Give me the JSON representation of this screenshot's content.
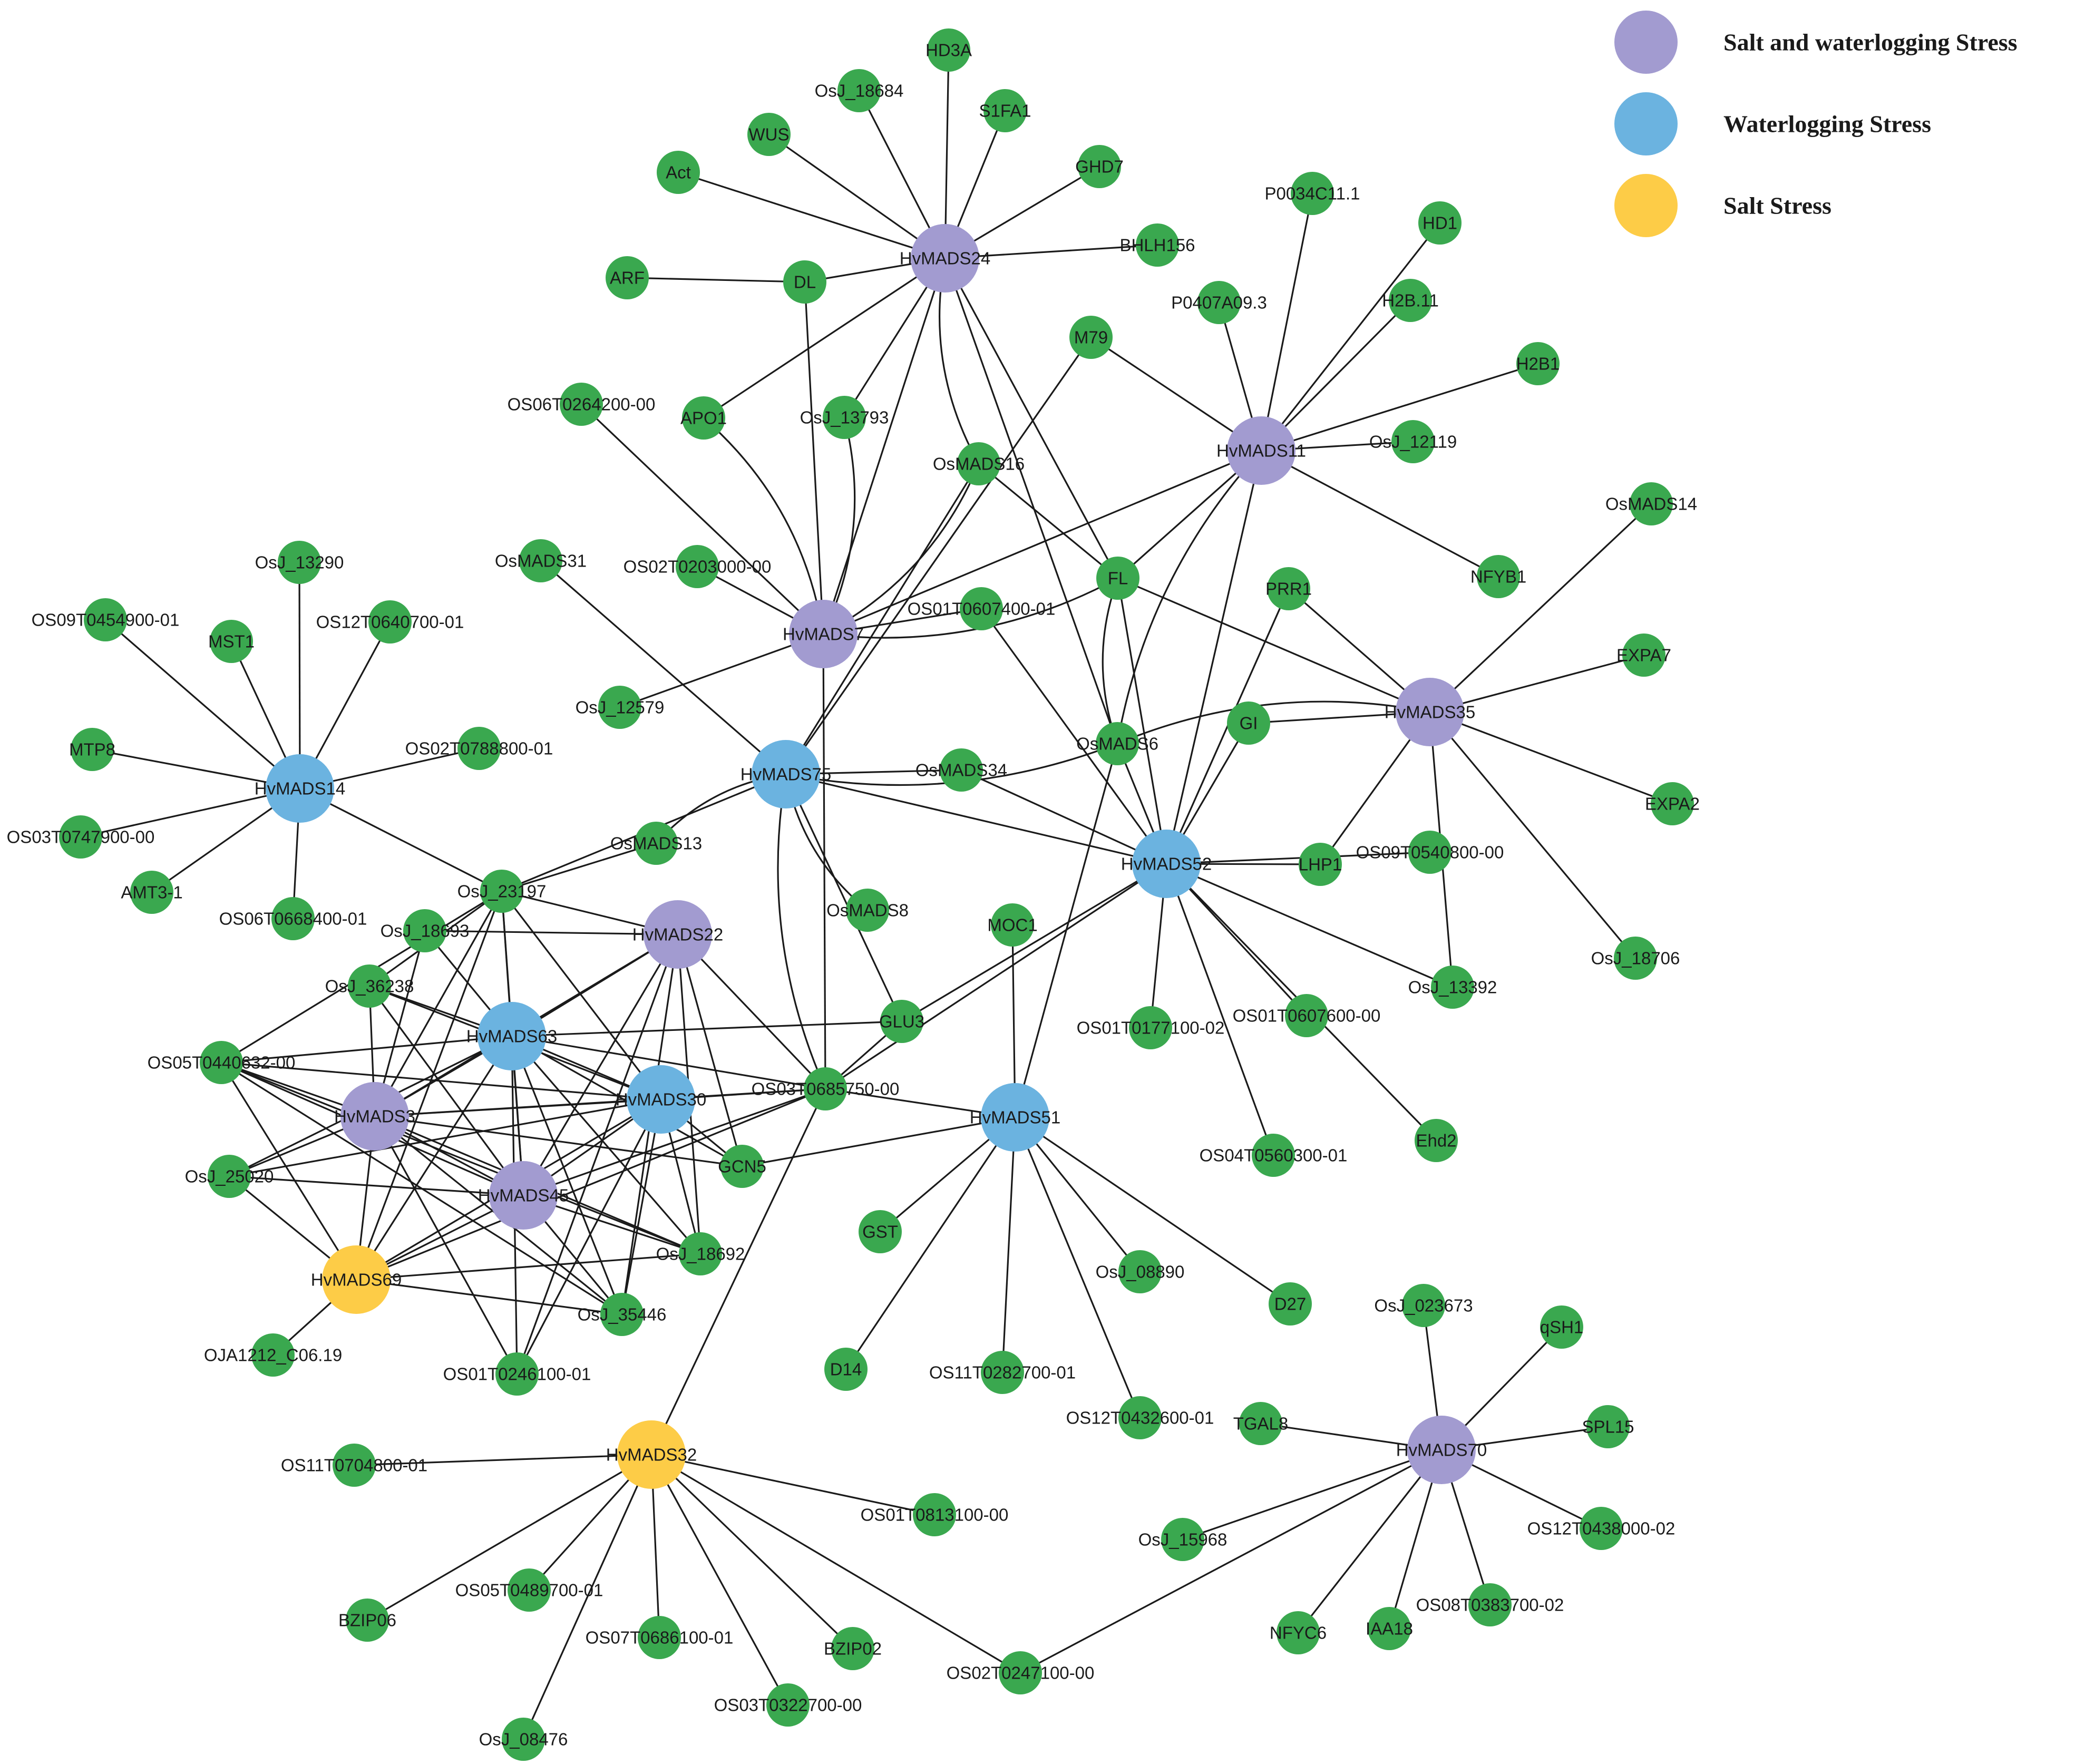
{
  "colors": {
    "salt_and_waterlogging": "#a29bd0",
    "waterlogging": "#6bb3e0",
    "salt": "#fdcc47",
    "partner": "#3aa84f"
  },
  "legend": [
    {
      "label": "Salt and waterlogging Stress",
      "category": "salt_and_waterlogging"
    },
    {
      "label": "Waterlogging Stress",
      "category": "waterlogging"
    },
    {
      "label": "Salt Stress",
      "category": "salt"
    }
  ],
  "nodes": [
    {
      "id": "HvMADS24",
      "category": "salt_and_waterlogging"
    },
    {
      "id": "HvMADS11",
      "category": "salt_and_waterlogging"
    },
    {
      "id": "HvMADS7",
      "category": "salt_and_waterlogging"
    },
    {
      "id": "HvMADS35",
      "category": "salt_and_waterlogging"
    },
    {
      "id": "HvMADS22",
      "category": "salt_and_waterlogging"
    },
    {
      "id": "HvMADS3",
      "category": "salt_and_waterlogging"
    },
    {
      "id": "HvMADS45",
      "category": "salt_and_waterlogging"
    },
    {
      "id": "HvMADS70",
      "category": "salt_and_waterlogging"
    },
    {
      "id": "HvMADS14",
      "category": "waterlogging"
    },
    {
      "id": "HvMADS75",
      "category": "waterlogging"
    },
    {
      "id": "HvMADS52",
      "category": "waterlogging"
    },
    {
      "id": "HvMADS63",
      "category": "waterlogging"
    },
    {
      "id": "HvMADS30",
      "category": "waterlogging"
    },
    {
      "id": "HvMADS51",
      "category": "waterlogging"
    },
    {
      "id": "HvMADS69",
      "category": "salt"
    },
    {
      "id": "HvMADS32",
      "category": "salt"
    },
    {
      "id": "HD3A",
      "category": "partner"
    },
    {
      "id": "OsJ_18684",
      "category": "partner"
    },
    {
      "id": "S1FA1",
      "category": "partner"
    },
    {
      "id": "WUS",
      "category": "partner"
    },
    {
      "id": "Act",
      "category": "partner"
    },
    {
      "id": "GHD7",
      "category": "partner"
    },
    {
      "id": "BHLH156",
      "category": "partner"
    },
    {
      "id": "ARF",
      "category": "partner"
    },
    {
      "id": "DL",
      "category": "partner"
    },
    {
      "id": "P0034C11.1",
      "category": "partner"
    },
    {
      "id": "HD1",
      "category": "partner"
    },
    {
      "id": "P0407A09.3",
      "category": "partner"
    },
    {
      "id": "H2B.11",
      "category": "partner"
    },
    {
      "id": "H2B1",
      "category": "partner"
    },
    {
      "id": "M79",
      "category": "partner"
    },
    {
      "id": "OS06T0264200-00",
      "category": "partner"
    },
    {
      "id": "APO1",
      "category": "partner"
    },
    {
      "id": "OsJ_13793",
      "category": "partner"
    },
    {
      "id": "OsMADS16",
      "category": "partner"
    },
    {
      "id": "OsJ_12119",
      "category": "partner"
    },
    {
      "id": "OsMADS14",
      "category": "partner"
    },
    {
      "id": "OsJ_13290",
      "category": "partner"
    },
    {
      "id": "OsMADS31",
      "category": "partner"
    },
    {
      "id": "OS02T0203000-00",
      "category": "partner"
    },
    {
      "id": "FL",
      "category": "partner"
    },
    {
      "id": "NFYB1",
      "category": "partner"
    },
    {
      "id": "OS09T0454900-01",
      "category": "partner"
    },
    {
      "id": "MST1",
      "category": "partner"
    },
    {
      "id": "OS12T0640700-01",
      "category": "partner"
    },
    {
      "id": "OS01T0607400-01",
      "category": "partner"
    },
    {
      "id": "PRR1",
      "category": "partner"
    },
    {
      "id": "EXPA7",
      "category": "partner"
    },
    {
      "id": "OsJ_12579",
      "category": "partner"
    },
    {
      "id": "MTP8",
      "category": "partner"
    },
    {
      "id": "OS02T0788800-01",
      "category": "partner"
    },
    {
      "id": "GI",
      "category": "partner"
    },
    {
      "id": "OsMADS6",
      "category": "partner"
    },
    {
      "id": "OsMADS34",
      "category": "partner"
    },
    {
      "id": "OS03T0747900-00",
      "category": "partner"
    },
    {
      "id": "EXPA2",
      "category": "partner"
    },
    {
      "id": "AMT3-1",
      "category": "partner"
    },
    {
      "id": "OsMADS13",
      "category": "partner"
    },
    {
      "id": "LHP1",
      "category": "partner"
    },
    {
      "id": "OS09T0540800-00",
      "category": "partner"
    },
    {
      "id": "OsJ_23197",
      "category": "partner"
    },
    {
      "id": "OS06T0668400-01",
      "category": "partner"
    },
    {
      "id": "OsMADS8",
      "category": "partner"
    },
    {
      "id": "MOC1",
      "category": "partner"
    },
    {
      "id": "OsJ_18706",
      "category": "partner"
    },
    {
      "id": "OsJ_18693",
      "category": "partner"
    },
    {
      "id": "OsJ_36238",
      "category": "partner"
    },
    {
      "id": "GLU3",
      "category": "partner"
    },
    {
      "id": "OS01T0607600-00",
      "category": "partner"
    },
    {
      "id": "OsJ_13392",
      "category": "partner"
    },
    {
      "id": "OS01T0177100-02",
      "category": "partner"
    },
    {
      "id": "OS05T0440632-00",
      "category": "partner"
    },
    {
      "id": "OS03T0685750-00",
      "category": "partner"
    },
    {
      "id": "OsJ_25020",
      "category": "partner"
    },
    {
      "id": "GCN5",
      "category": "partner"
    },
    {
      "id": "Ehd2",
      "category": "partner"
    },
    {
      "id": "OS04T0560300-01",
      "category": "partner"
    },
    {
      "id": "GST",
      "category": "partner"
    },
    {
      "id": "OsJ_18692",
      "category": "partner"
    },
    {
      "id": "OsJ_08890",
      "category": "partner"
    },
    {
      "id": "D27",
      "category": "partner"
    },
    {
      "id": "OsJ_35446",
      "category": "partner"
    },
    {
      "id": "OsJ_023673",
      "category": "partner"
    },
    {
      "id": "qSH1",
      "category": "partner"
    },
    {
      "id": "OJA1212_C06.19",
      "category": "partner"
    },
    {
      "id": "OS01T0246100-01",
      "category": "partner"
    },
    {
      "id": "D14",
      "category": "partner"
    },
    {
      "id": "OS11T0282700-01",
      "category": "partner"
    },
    {
      "id": "OS12T0432600-01",
      "category": "partner"
    },
    {
      "id": "TGAL8",
      "category": "partner"
    },
    {
      "id": "SPL15",
      "category": "partner"
    },
    {
      "id": "OS11T0704800-01",
      "category": "partner"
    },
    {
      "id": "OS01T0813100-00",
      "category": "partner"
    },
    {
      "id": "OS12T0438000-02",
      "category": "partner"
    },
    {
      "id": "OsJ_15968",
      "category": "partner"
    },
    {
      "id": "OS05T0489700-01",
      "category": "partner"
    },
    {
      "id": "OS08T0383700-02",
      "category": "partner"
    },
    {
      "id": "BZIP06",
      "category": "partner"
    },
    {
      "id": "NFYC6",
      "category": "partner"
    },
    {
      "id": "IAA18",
      "category": "partner"
    },
    {
      "id": "OS07T0686100-01",
      "category": "partner"
    },
    {
      "id": "BZIP02",
      "category": "partner"
    },
    {
      "id": "OS02T0247100-00",
      "category": "partner"
    },
    {
      "id": "OS03T0322700-00",
      "category": "partner"
    },
    {
      "id": "OsJ_08476",
      "category": "partner"
    }
  ],
  "edges": [
    [
      "HvMADS24",
      "HD3A"
    ],
    [
      "HvMADS24",
      "OsJ_18684"
    ],
    [
      "HvMADS24",
      "S1FA1"
    ],
    [
      "HvMADS24",
      "WUS"
    ],
    [
      "HvMADS24",
      "Act"
    ],
    [
      "HvMADS24",
      "GHD7"
    ],
    [
      "HvMADS24",
      "BHLH156"
    ],
    [
      "HvMADS24",
      "DL"
    ],
    [
      "DL",
      "ARF"
    ],
    [
      "DL",
      "HvMADS7"
    ],
    [
      "HvMADS24",
      "APO1"
    ],
    [
      "HvMADS24",
      "OsJ_13793"
    ],
    [
      "HvMADS24",
      "OsMADS16"
    ],
    [
      "HvMADS24",
      "FL"
    ],
    [
      "HvMADS24",
      "OsMADS6"
    ],
    [
      "HvMADS24",
      "HvMADS7"
    ],
    [
      "HvMADS11",
      "P0034C11.1"
    ],
    [
      "HvMADS11",
      "HD1"
    ],
    [
      "HvMADS11",
      "P0407A09.3"
    ],
    [
      "HvMADS11",
      "H2B.11"
    ],
    [
      "HvMADS11",
      "H2B1"
    ],
    [
      "HvMADS11",
      "M79"
    ],
    [
      "HvMADS11",
      "OsJ_12119"
    ],
    [
      "HvMADS11",
      "NFYB1"
    ],
    [
      "HvMADS11",
      "HvMADS7"
    ],
    [
      "HvMADS11",
      "OsMADS6"
    ],
    [
      "HvMADS11",
      "HvMADS52"
    ],
    [
      "HvMADS11",
      "FL"
    ],
    [
      "M79",
      "HvMADS75"
    ],
    [
      "HvMADS7",
      "OS06T0264200-00"
    ],
    [
      "HvMADS7",
      "APO1"
    ],
    [
      "HvMADS7",
      "OsJ_13793"
    ],
    [
      "HvMADS7",
      "OsMADS16"
    ],
    [
      "HvMADS7",
      "OS02T0203000-00"
    ],
    [
      "HvMADS7",
      "OS01T0607400-01"
    ],
    [
      "HvMADS7",
      "OsJ_12579"
    ],
    [
      "HvMADS7",
      "FL"
    ],
    [
      "HvMADS7",
      "OS03T0685750-00"
    ],
    [
      "OsMADS16",
      "FL"
    ],
    [
      "OsMADS16",
      "HvMADS75"
    ],
    [
      "FL",
      "HvMADS35"
    ],
    [
      "FL",
      "HvMADS52"
    ],
    [
      "FL",
      "OsMADS6"
    ],
    [
      "OS01T0607400-01",
      "HvMADS52"
    ],
    [
      "HvMADS35",
      "OsMADS14"
    ],
    [
      "HvMADS35",
      "EXPA7"
    ],
    [
      "HvMADS35",
      "EXPA2"
    ],
    [
      "HvMADS35",
      "OsJ_18706"
    ],
    [
      "HvMADS35",
      "OsJ_13392"
    ],
    [
      "HvMADS35",
      "LHP1"
    ],
    [
      "HvMADS35",
      "PRR1"
    ],
    [
      "HvMADS35",
      "GI"
    ],
    [
      "HvMADS35",
      "OsMADS6"
    ],
    [
      "HvMADS14",
      "OsJ_13290"
    ],
    [
      "HvMADS14",
      "OS09T0454900-01"
    ],
    [
      "HvMADS14",
      "MST1"
    ],
    [
      "HvMADS14",
      "OS12T0640700-01"
    ],
    [
      "HvMADS14",
      "MTP8"
    ],
    [
      "HvMADS14",
      "OS02T0788800-01"
    ],
    [
      "HvMADS14",
      "OS03T0747900-00"
    ],
    [
      "HvMADS14",
      "AMT3-1"
    ],
    [
      "HvMADS14",
      "OS06T0668400-01"
    ],
    [
      "HvMADS14",
      "OsJ_23197"
    ],
    [
      "HvMADS75",
      "OsMADS31"
    ],
    [
      "HvMADS75",
      "OsMADS34"
    ],
    [
      "HvMADS75",
      "OsMADS6"
    ],
    [
      "HvMADS75",
      "OsMADS13"
    ],
    [
      "HvMADS75",
      "OsMADS8"
    ],
    [
      "HvMADS75",
      "OS03T0685750-00"
    ],
    [
      "HvMADS75",
      "OsJ_23197"
    ],
    [
      "HvMADS75",
      "HvMADS52"
    ],
    [
      "HvMADS75",
      "GLU3"
    ],
    [
      "HvMADS52",
      "OsMADS6"
    ],
    [
      "HvMADS52",
      "PRR1"
    ],
    [
      "HvMADS52",
      "GI"
    ],
    [
      "HvMADS52",
      "LHP1"
    ],
    [
      "HvMADS52",
      "OS09T0540800-00"
    ],
    [
      "HvMADS52",
      "OsJ_13392"
    ],
    [
      "HvMADS52",
      "OS01T0607600-00"
    ],
    [
      "HvMADS52",
      "OS01T0177100-02"
    ],
    [
      "HvMADS52",
      "OS04T0560300-01"
    ],
    [
      "HvMADS52",
      "Ehd2"
    ],
    [
      "HvMADS52",
      "OsMADS34"
    ],
    [
      "HvMADS52",
      "OS03T0685750-00"
    ],
    [
      "OsMADS6",
      "HvMADS51"
    ],
    [
      "HvMADS51",
      "MOC1"
    ],
    [
      "HvMADS51",
      "OS03T0685750-00"
    ],
    [
      "HvMADS51",
      "GCN5"
    ],
    [
      "HvMADS51",
      "GST"
    ],
    [
      "HvMADS51",
      "D14"
    ],
    [
      "HvMADS51",
      "OS11T0282700-01"
    ],
    [
      "HvMADS51",
      "OsJ_08890"
    ],
    [
      "HvMADS51",
      "OS12T0432600-01"
    ],
    [
      "HvMADS51",
      "D27"
    ],
    [
      "HvMADS22",
      "OsJ_23197"
    ],
    [
      "HvMADS22",
      "OsJ_18693"
    ],
    [
      "HvMADS22",
      "HvMADS63"
    ],
    [
      "HvMADS22",
      "HvMADS3"
    ],
    [
      "HvMADS22",
      "HvMADS45"
    ],
    [
      "HvMADS22",
      "OS03T0685750-00"
    ],
    [
      "HvMADS22",
      "GCN5"
    ],
    [
      "HvMADS22",
      "OsJ_18692"
    ],
    [
      "HvMADS22",
      "OsJ_35446"
    ],
    [
      "HvMADS22",
      "OS01T0246100-01"
    ],
    [
      "HvMADS63",
      "OsJ_23197"
    ],
    [
      "HvMADS63",
      "OsJ_18693"
    ],
    [
      "HvMADS63",
      "OsJ_36238"
    ],
    [
      "HvMADS63",
      "OS05T0440632-00"
    ],
    [
      "HvMADS63",
      "HvMADS3"
    ],
    [
      "HvMADS63",
      "HvMADS30"
    ],
    [
      "HvMADS63",
      "GLU3"
    ],
    [
      "HvMADS63",
      "OS03T0685750-00"
    ],
    [
      "HvMADS63",
      "OsJ_25020"
    ],
    [
      "HvMADS63",
      "HvMADS45"
    ],
    [
      "HvMADS63",
      "HvMADS69"
    ],
    [
      "HvMADS63",
      "OsJ_18692"
    ],
    [
      "HvMADS63",
      "OsJ_35446"
    ],
    [
      "HvMADS63",
      "OS01T0246100-01"
    ],
    [
      "HvMADS63",
      "GCN5"
    ],
    [
      "HvMADS3",
      "OsJ_23197"
    ],
    [
      "HvMADS3",
      "OsJ_18693"
    ],
    [
      "HvMADS3",
      "OsJ_36238"
    ],
    [
      "HvMADS3",
      "OS05T0440632-00"
    ],
    [
      "HvMADS3",
      "HvMADS30"
    ],
    [
      "HvMADS3",
      "OS03T0685750-00"
    ],
    [
      "HvMADS3",
      "OsJ_25020"
    ],
    [
      "HvMADS3",
      "HvMADS45"
    ],
    [
      "HvMADS3",
      "HvMADS69"
    ],
    [
      "HvMADS3",
      "OsJ_35446"
    ],
    [
      "HvMADS3",
      "OS01T0246100-01"
    ],
    [
      "HvMADS3",
      "GCN5"
    ],
    [
      "HvMADS3",
      "OsJ_18692"
    ],
    [
      "HvMADS30",
      "OsJ_23197"
    ],
    [
      "HvMADS30",
      "OsJ_36238"
    ],
    [
      "HvMADS30",
      "OS05T0440632-00"
    ],
    [
      "HvMADS30",
      "OS03T0685750-00"
    ],
    [
      "HvMADS30",
      "GCN5"
    ],
    [
      "HvMADS30",
      "OsJ_18692"
    ],
    [
      "HvMADS30",
      "OsJ_35446"
    ],
    [
      "HvMADS30",
      "OS01T0246100-01"
    ],
    [
      "HvMADS30",
      "HvMADS45"
    ],
    [
      "HvMADS30",
      "HvMADS69"
    ],
    [
      "HvMADS30",
      "OsJ_25020"
    ],
    [
      "HvMADS45",
      "OsJ_23197"
    ],
    [
      "HvMADS45",
      "OsJ_36238"
    ],
    [
      "HvMADS45",
      "OS05T0440632-00"
    ],
    [
      "HvMADS45",
      "OsJ_25020"
    ],
    [
      "HvMADS45",
      "HvMADS69"
    ],
    [
      "HvMADS45",
      "OsJ_18692"
    ],
    [
      "HvMADS45",
      "OsJ_35446"
    ],
    [
      "HvMADS45",
      "OS03T0685750-00"
    ],
    [
      "HvMADS69",
      "OsJ_23197"
    ],
    [
      "HvMADS69",
      "OS05T0440632-00"
    ],
    [
      "HvMADS69",
      "OsJ_18692"
    ],
    [
      "HvMADS69",
      "OsJ_35446"
    ],
    [
      "HvMADS69",
      "OJA1212_C06.19"
    ],
    [
      "HvMADS69",
      "OsJ_25020"
    ],
    [
      "HvMADS69",
      "OS03T0685750-00"
    ],
    [
      "OsJ_23197",
      "OsMADS13"
    ],
    [
      "OsJ_23197",
      "OS05T0440632-00"
    ],
    [
      "OsJ_23197",
      "OsJ_36238"
    ],
    [
      "OS05T0440632-00",
      "OsJ_35446"
    ],
    [
      "OS05T0440632-00",
      "OsJ_18692"
    ],
    [
      "OS03T0685750-00",
      "GLU3"
    ],
    [
      "OS03T0685750-00",
      "HvMADS32"
    ],
    [
      "GLU3",
      "HvMADS52"
    ],
    [
      "HvMADS32",
      "OS11T0704800-01"
    ],
    [
      "HvMADS32",
      "OS01T0813100-00"
    ],
    [
      "HvMADS32",
      "OS05T0489700-01"
    ],
    [
      "HvMADS32",
      "BZIP06"
    ],
    [
      "HvMADS32",
      "OsJ_08476"
    ],
    [
      "HvMADS32",
      "OS07T0686100-01"
    ],
    [
      "HvMADS32",
      "OS03T0322700-00"
    ],
    [
      "HvMADS32",
      "BZIP02"
    ],
    [
      "HvMADS32",
      "OS02T0247100-00"
    ],
    [
      "OS02T0247100-00",
      "HvMADS70"
    ],
    [
      "HvMADS70",
      "OsJ_023673"
    ],
    [
      "HvMADS70",
      "qSH1"
    ],
    [
      "HvMADS70",
      "SPL15"
    ],
    [
      "HvMADS70",
      "TGAL8"
    ],
    [
      "HvMADS70",
      "OsJ_15968"
    ],
    [
      "HvMADS70",
      "OS12T0438000-02"
    ],
    [
      "HvMADS70",
      "OS08T0383700-02"
    ],
    [
      "HvMADS70",
      "IAA18"
    ],
    [
      "HvMADS70",
      "NFYC6"
    ]
  ],
  "curved_edges": [
    [
      "HvMADS7",
      "APO1"
    ],
    [
      "HvMADS7",
      "OsJ_13793"
    ],
    [
      "HvMADS7",
      "OsMADS16"
    ],
    [
      "HvMADS7",
      "FL"
    ],
    [
      "HvMADS24",
      "OsMADS16"
    ],
    [
      "HvMADS75",
      "OsMADS6"
    ],
    [
      "HvMADS75",
      "OsMADS13"
    ],
    [
      "HvMADS75",
      "OsMADS8"
    ],
    [
      "HvMADS75",
      "OS03T0685750-00"
    ],
    [
      "HvMADS35",
      "OsMADS6"
    ],
    [
      "FL",
      "OsMADS6"
    ],
    [
      "HvMADS11",
      "OsMADS6"
    ]
  ]
}
